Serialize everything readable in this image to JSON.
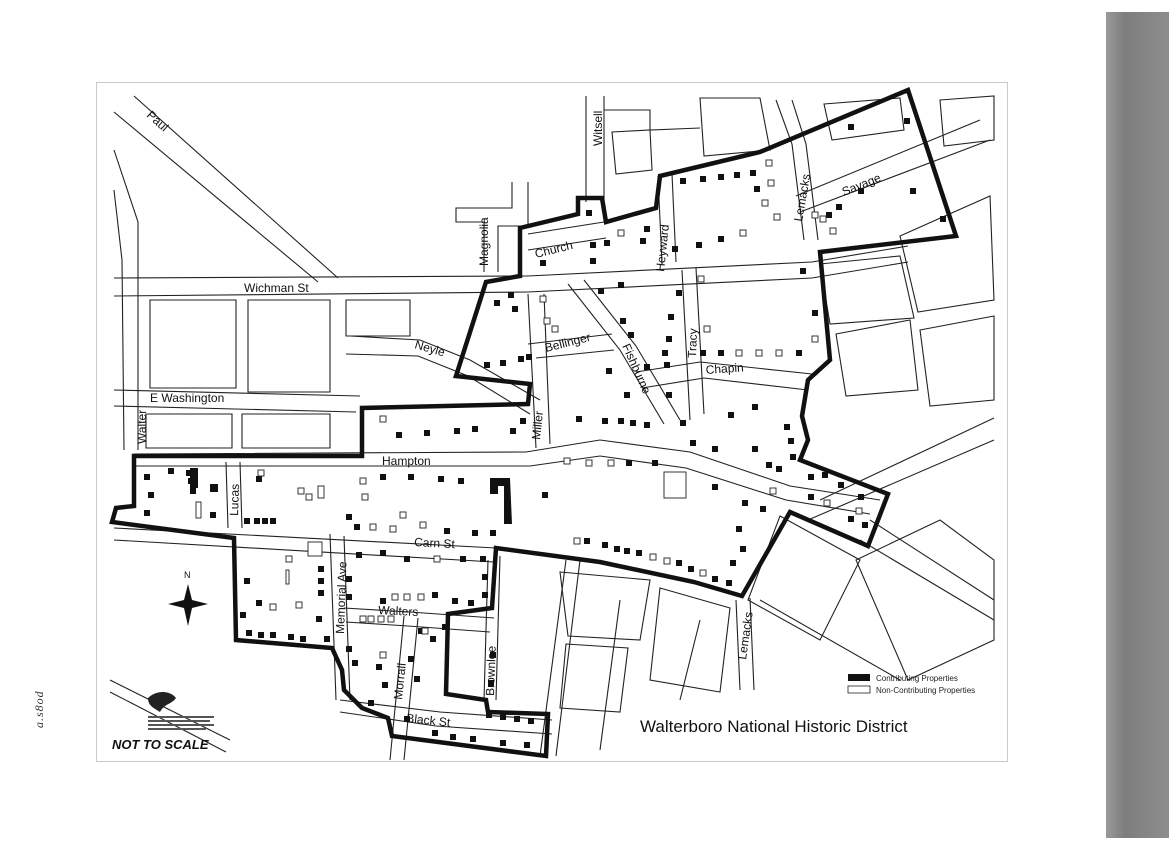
{
  "map": {
    "title": "Walterboro National Historic District",
    "scale_note": "NOT TO SCALE",
    "north_label": "N",
    "page_number": "a.s8od"
  },
  "legend": {
    "contributing": "Contributing Properties",
    "non_contributing": "Non-Contributing Properties",
    "colors": {
      "contributing": "#111111",
      "non_contributing": "#ffffff"
    }
  },
  "streets": {
    "paul": "Paul",
    "witsell": "Witsell",
    "magnolia": "Magnolia",
    "church": "Church",
    "heyward": "Heyward",
    "lemacks_north": "Lemacks",
    "savage": "Savage",
    "wichman": "Wichman St",
    "neyle": "Neyle",
    "bellinger": "Bellinger",
    "fishburne": "Fishburne",
    "tracy": "Tracy",
    "chapin": "Chapin",
    "e_washington": "E Washington",
    "walter": "Walter",
    "miller": "Miller",
    "hampton": "Hampton",
    "lucas": "Lucas",
    "carn": "Carn St",
    "memorial_ave": "Memorial Ave",
    "walters": "Walters",
    "morrall": "Morrall",
    "brownlee": "Brownlee",
    "black": "Black St",
    "lemacks_south": "Lemacks"
  }
}
